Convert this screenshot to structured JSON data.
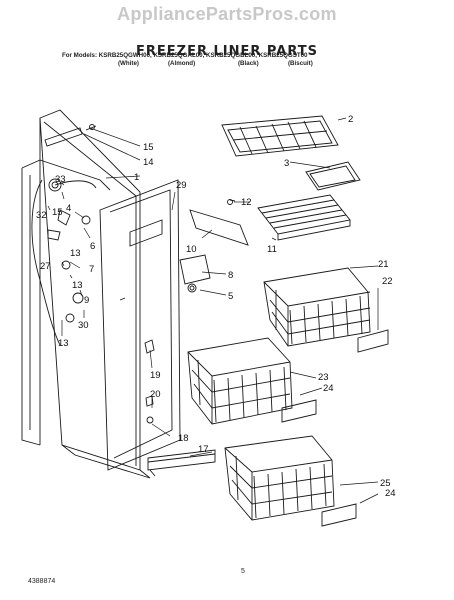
{
  "watermark": "AppliancePartsPros.com",
  "title": "FREEZER LINER PARTS",
  "models_line": "For Models: KSRB25QGWH00, KSRB25QGAL00, KSRB25QGBL00, KSRB25QGST00",
  "colors": [
    "(White)",
    "(Almond)",
    "(Black)",
    "(Biscuit)"
  ],
  "part_numbers": [
    "2",
    "3",
    "15",
    "14",
    "1",
    "33",
    "4",
    "32",
    "15",
    "6",
    "13",
    "27",
    "7",
    "13",
    "9",
    "30",
    "13",
    "29",
    "12",
    "10",
    "11",
    "8",
    "5",
    "21",
    "22",
    "19",
    "23",
    "24",
    "20",
    "18",
    "17",
    "25",
    "24"
  ],
  "footer": {
    "page_number": "5",
    "doc_number": "4388874"
  },
  "colors_hex": {
    "line": "#1a1a1a",
    "watermark": "#c8c8c8"
  }
}
